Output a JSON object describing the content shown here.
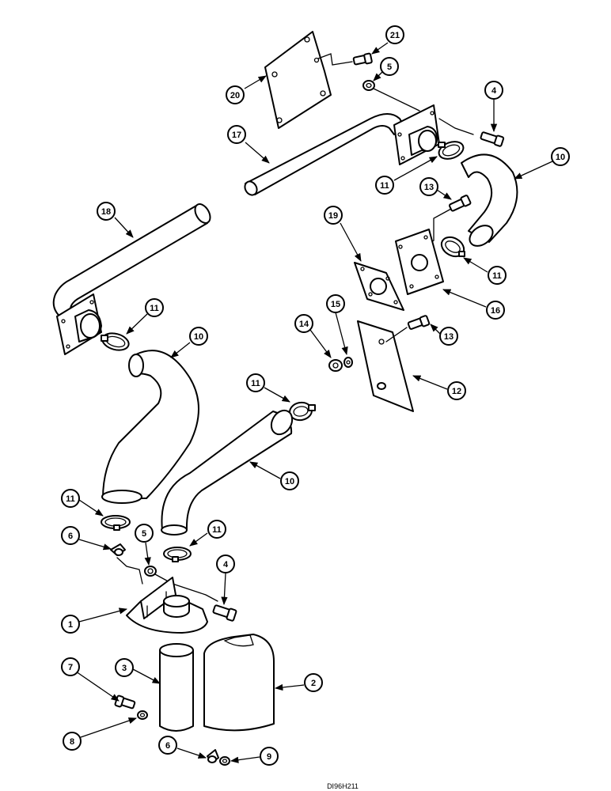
{
  "drawing_ref": "DI96H211",
  "callouts": [
    "1",
    "2",
    "3",
    "4",
    "5",
    "6",
    "7",
    "8",
    "9",
    "10",
    "11",
    "12",
    "13",
    "14",
    "15",
    "16",
    "17",
    "18",
    "19",
    "20",
    "21"
  ]
}
